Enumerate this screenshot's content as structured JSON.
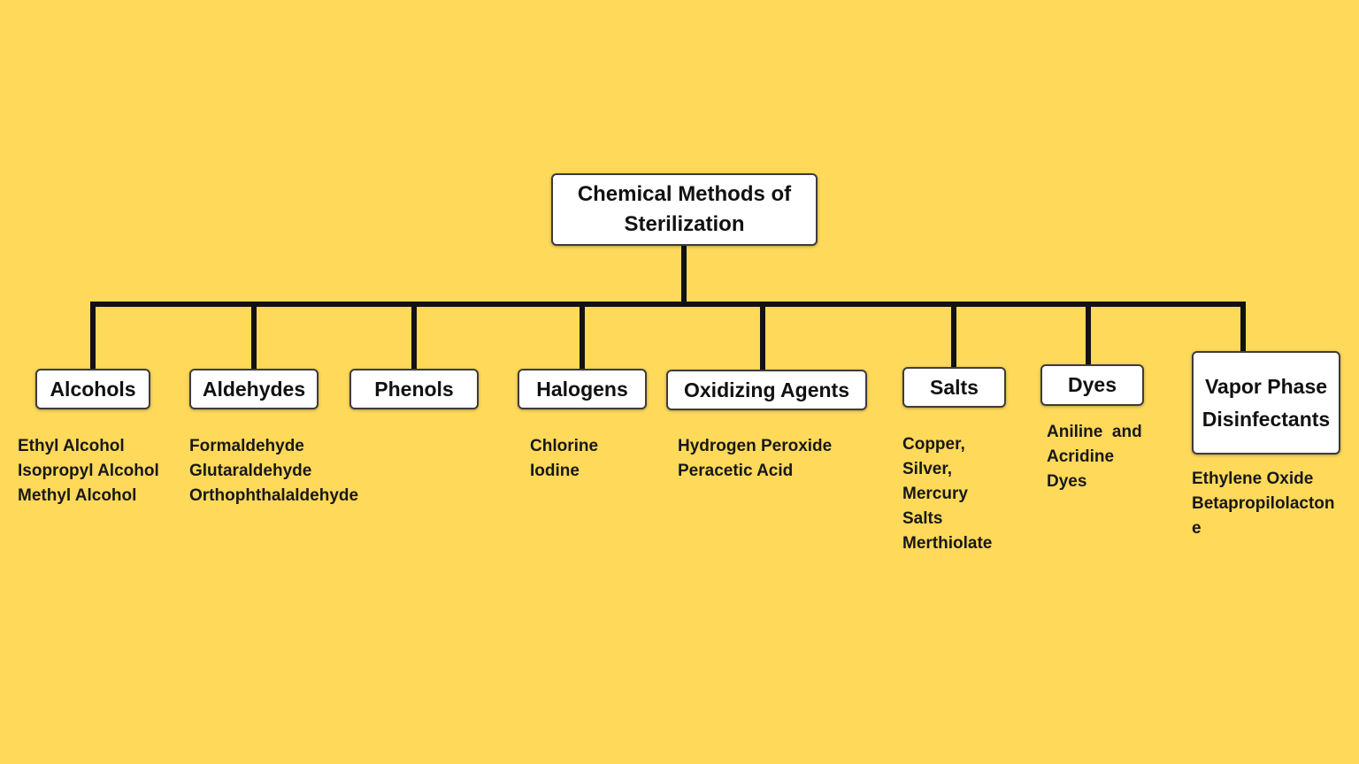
{
  "title": "Chemical Methods of Sterilization",
  "colors": {
    "background": "#FFD95A",
    "connector_line": "#121212",
    "node_background": "#FFFFFF",
    "node_border": "#3C3C3C",
    "text": "#161616"
  },
  "branches": [
    {
      "label": "Alcohols",
      "items": [
        "Ethyl Alcohol",
        "Isopropyl Alcohol",
        "Methyl Alcohol"
      ]
    },
    {
      "label": "Aldehydes",
      "items": [
        "Formaldehyde",
        "Glutaraldehyde",
        "Orthophthalaldehyde"
      ]
    },
    {
      "label": "Phenols",
      "items": []
    },
    {
      "label": "Halogens",
      "items": [
        "Chlorine",
        "Iodine"
      ]
    },
    {
      "label": "Oxidizing Agents",
      "items": [
        "Hydrogen Peroxide",
        "Peracetic Acid"
      ]
    },
    {
      "label": "Salts",
      "items": [
        "Copper,",
        "Silver,",
        "Mercury",
        "Salts",
        "Merthiolate"
      ]
    },
    {
      "label": "Dyes",
      "items": [
        "Aniline  and",
        "Acridine",
        "Dyes"
      ]
    },
    {
      "label": "Vapor Phase Disinfectants",
      "items": [
        "Ethylene Oxide",
        "Betapropilolactone"
      ]
    }
  ]
}
